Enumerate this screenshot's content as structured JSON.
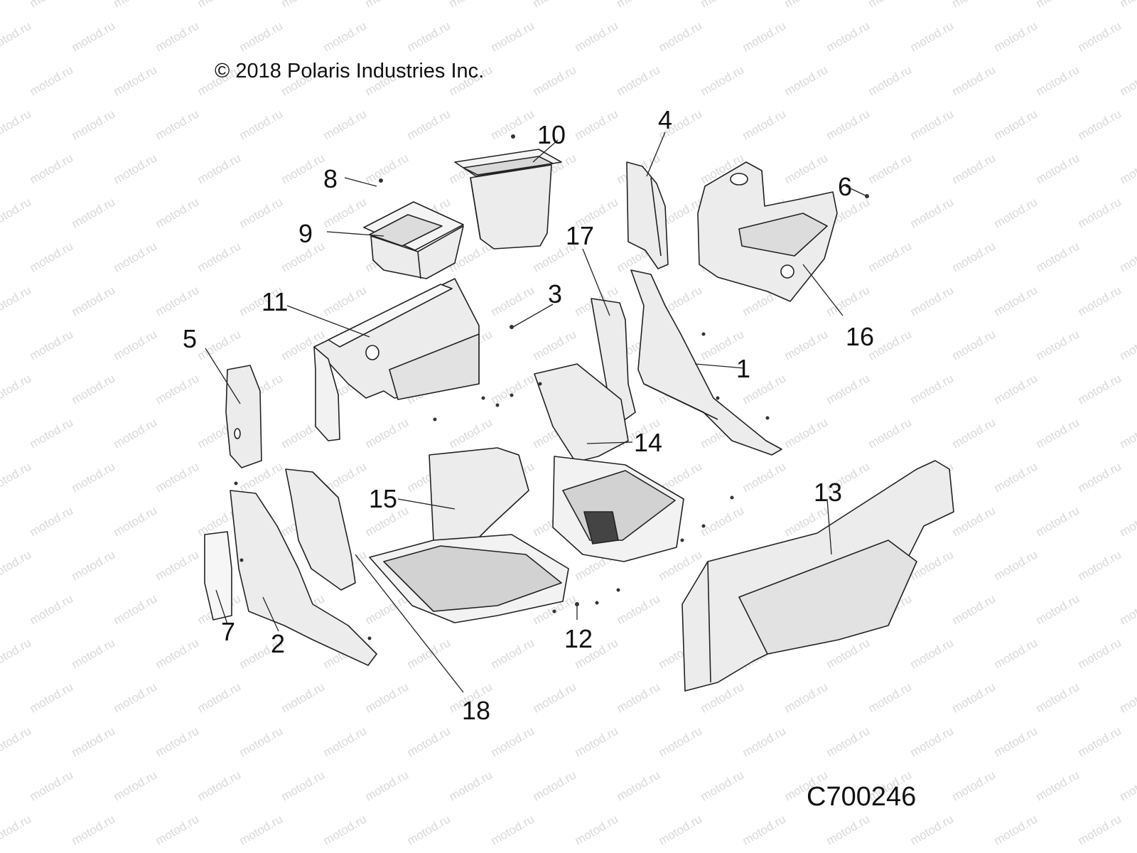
{
  "copyright": "© 2018 Polaris Industries Inc.",
  "drawing_id": "C700246",
  "watermark": "motod.ru",
  "callouts": [
    "1",
    "2",
    "3",
    "4",
    "5",
    "6",
    "7",
    "8",
    "9",
    "10",
    "11",
    "12",
    "13",
    "14",
    "15",
    "16",
    "17",
    "18"
  ]
}
